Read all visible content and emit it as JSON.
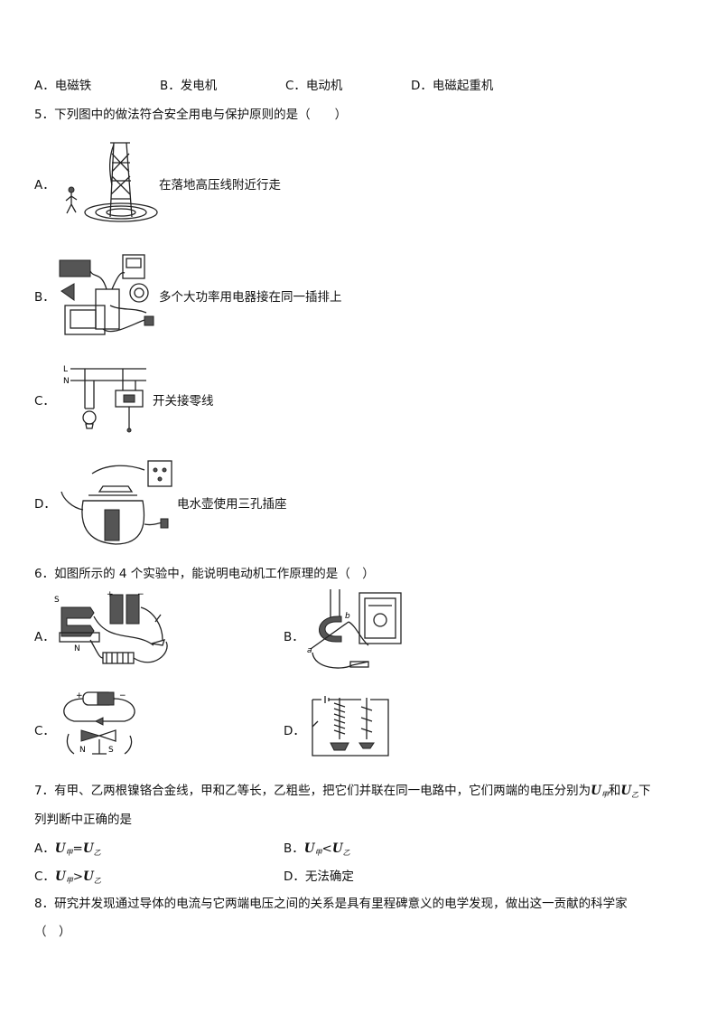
{
  "q4": {
    "options": [
      "A．电磁铁",
      "B．发电机",
      "C．电动机",
      "D．电磁起重机"
    ]
  },
  "q5": {
    "stem": "5．下列图中的做法符合安全用电与保护原则的是（　　）",
    "options": [
      {
        "letter": "A．",
        "caption": "在落地高压线附近行走"
      },
      {
        "letter": "B．",
        "caption": "多个大功率用电器接在同一插排上"
      },
      {
        "letter": "C．",
        "caption": "开关接零线"
      },
      {
        "letter": "D．",
        "caption": "电水壶使用三孔插座"
      }
    ],
    "figC_labels": {
      "L": "L",
      "N": "N"
    }
  },
  "q6": {
    "stem": "6．如图所示的 4 个实验中，能说明电动机工作原理的是（　）",
    "letters": [
      "A．",
      "B．",
      "C．",
      "D．"
    ],
    "figA_labels": {
      "S": "S",
      "N": "N",
      "plus": "+",
      "minus": "−"
    },
    "figB_labels": {
      "a": "a",
      "b": "b"
    },
    "figC_labels": {
      "plus": "+",
      "minus": "−",
      "N": "N",
      "S": "S"
    }
  },
  "q7": {
    "stem_line1_a": "7．有甲、乙两根镍铬合金线，甲和乙等长，乙粗些，把它们并联在同一电路中，它们两端的电压分别为",
    "u": "U",
    "jia": "甲",
    "and": "和",
    "yi": "乙",
    "line1_end": "下",
    "stem_line2": "列判断中正确的是",
    "options": {
      "A_letter": "A．",
      "A_op": "=",
      "B_letter": "B．",
      "B_op": "<",
      "C_letter": "C．",
      "C_op": ">",
      "D": "D．无法确定"
    }
  },
  "q8": {
    "stem": "8．研究并发现通过导体的电流与它两端电压之间的关系是具有里程碑意义的电学发现，做出这一贡献的科学家",
    "paren": "（　）"
  }
}
